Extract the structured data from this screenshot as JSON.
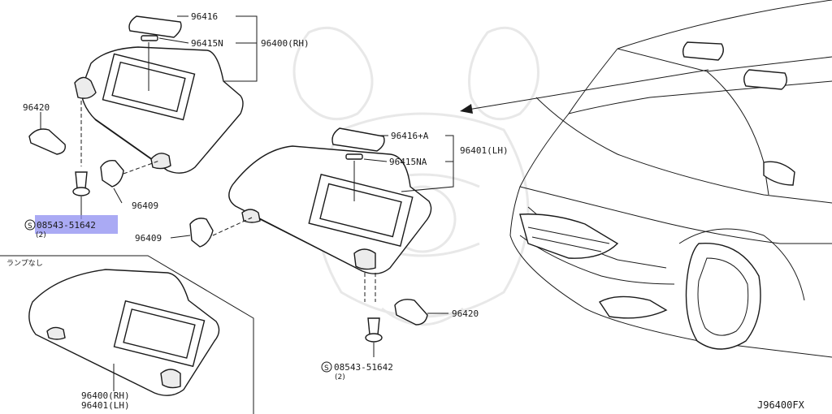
{
  "labels": {
    "mirror_cover_rh": "96416",
    "lamp_rh": "96415N",
    "visor_rh": "96400(RH)",
    "holder_left": "96420",
    "clip_left": "96409",
    "mirror_cover_lh": "96416+A",
    "lamp_lh": "96415NA",
    "visor_lh": "96401(LH)",
    "clip_center": "96409",
    "holder_right": "96420",
    "inset_title": "ランプなし",
    "inset_rh": "96400(RH)",
    "inset_lh": "96401(LH)"
  },
  "screw_left": {
    "symbol": "S",
    "part_no": "08543-51642",
    "qty": "(2)"
  },
  "screw_center": {
    "symbol": "S",
    "part_no": "08543-51642",
    "qty": "(2)"
  },
  "diagram_ref": "J96400FX",
  "colors": {
    "line": "#1a1a1a",
    "highlight": "#8e8ef0",
    "watermark": "#e8e8e8"
  }
}
